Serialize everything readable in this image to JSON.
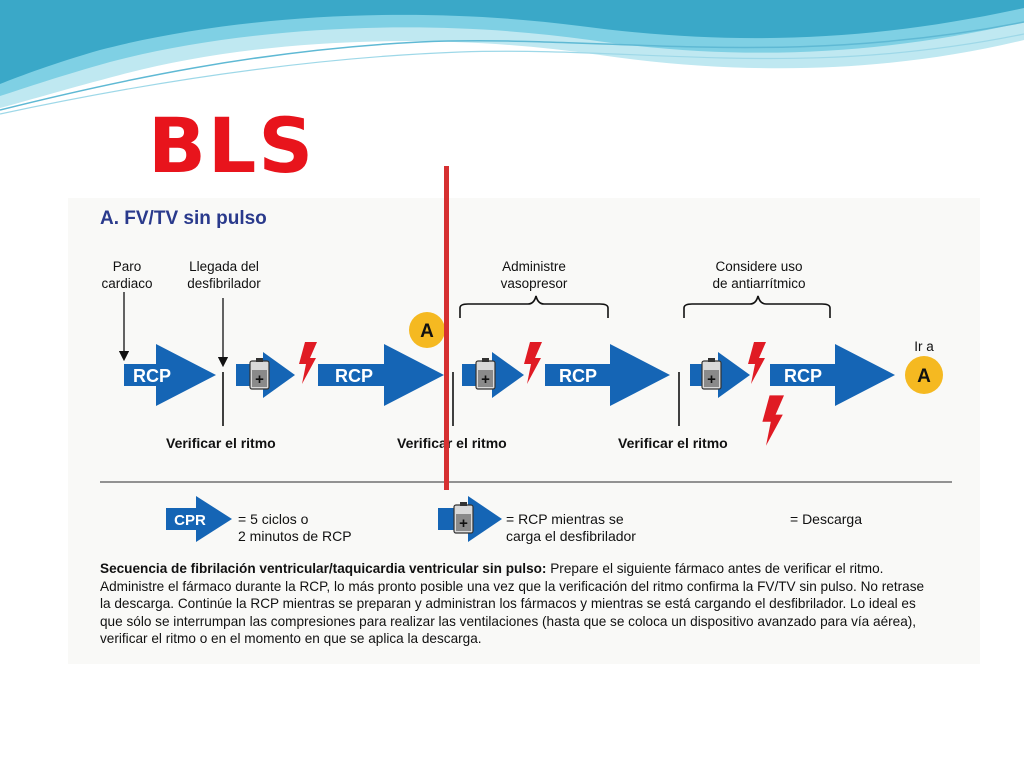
{
  "slide": {
    "title": "BLS",
    "title_color": "#e8141c",
    "accent_wave_colors": [
      "#3aa8c8",
      "#7fd0e4",
      "#bfe8f1"
    ],
    "annotation_line_color": "#d63031"
  },
  "diagram": {
    "heading": "A. FV/TV sin pulso",
    "heading_color": "#2a3a8c",
    "arrow_color": "#1565b5",
    "bolt_color": "#e01b24",
    "badge_color": "#f5b921",
    "top_labels": {
      "paro": "Paro\ncardiaco",
      "llegada": "Llegada del\ndesfibrilador",
      "vasopresor": "Administre\nvasopresor",
      "antiarritmico": "Considere uso\nde antiarrítmico",
      "ir_a": "Ir a"
    },
    "arrows": [
      "RCP",
      "RCP",
      "RCP",
      "RCP"
    ],
    "badge_label": "A",
    "final_badge_label": "A",
    "rhythm_check_labels": [
      "Verificar el ritmo",
      "Verificar el ritmo",
      "Verificar el ritmo"
    ],
    "legend": {
      "cpr_arrow_label": "CPR",
      "cpr_text": "= 5 ciclos o\n2 minutos de RCP",
      "charging_text": "= RCP mientras se\ncarga el desfibrilador",
      "shock_text": "= Descarga"
    },
    "description_bold": "Secuencia de fibrilación ventricular/taquicardia ventricular sin pulso:",
    "description": " Prepare el siguiente fármaco antes de verificar el ritmo. Administre el fármaco durante la RCP, lo más pronto posible una vez que la verificación del ritmo confirma la FV/TV sin pulso. No retrase la descarga. Continúe la RCP mientras se preparan y administran los fármacos y mientras se está cargando el desfibrilador. Lo ideal es que sólo se interrumpan las compresiones para realizar las ventilaciones (hasta que se coloca un dispositivo avanzado para vía aérea), verificar el ritmo o en el momento en que se aplica la descarga."
  }
}
